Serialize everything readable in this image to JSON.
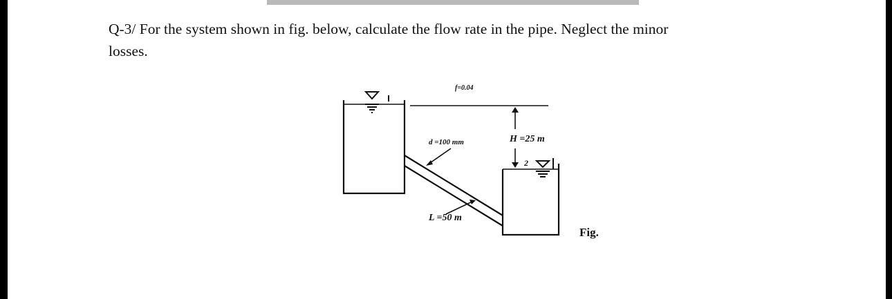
{
  "question": {
    "number": "Q-3/",
    "text_line1": "For the system shown in fig. below, calculate the flow rate in the pipe. Neglect the minor",
    "text_line2": "losses."
  },
  "figure": {
    "friction_label": "f=0.04",
    "diameter_label": "d =100 mm",
    "head_label": "H =25 m",
    "length_label": "L =50 m",
    "tank2_marker": "2",
    "caption": "Fig."
  }
}
